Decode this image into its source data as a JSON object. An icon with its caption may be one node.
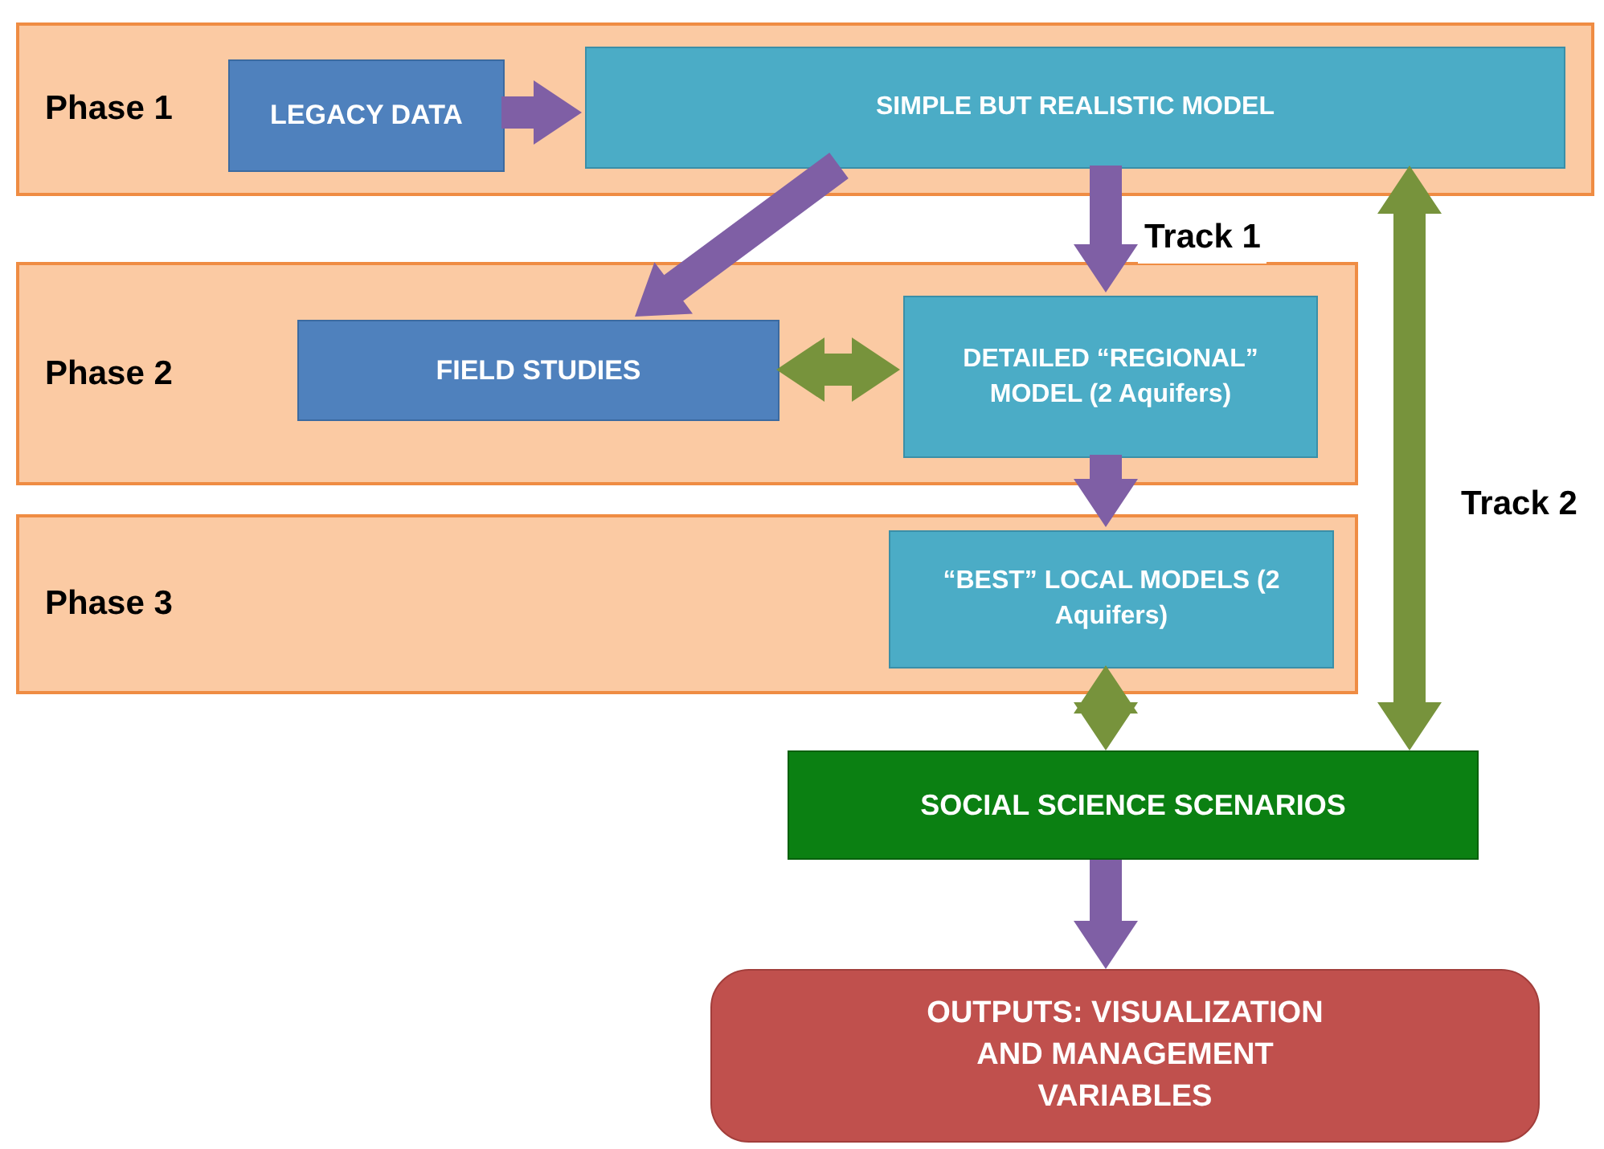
{
  "diagram": {
    "nodes": [
      {
        "text": [
          "Phase 1"
        ]
      },
      {
        "text": [
          "LEGACY DATA"
        ],
        "in": 0
      },
      {
        "text": [
          "SIMPLE BUT REALISTIC MODEL"
        ],
        "in": 0
      },
      {
        "text": [
          "Phase 2"
        ]
      },
      {
        "text": [
          "FIELD STUDIES"
        ],
        "in": 3
      },
      {
        "text": [
          "DETAILED “REGIONAL” MODEL (2 Aquifers)"
        ],
        "in": 3
      },
      {
        "text": [
          "Phase 3"
        ]
      },
      {
        "text": [
          "“BEST” LOCAL MODELS (2 Aquifers)"
        ],
        "in": 6
      },
      {
        "text": [
          "SOCIAL SCIENCE SCENARIOS"
        ]
      },
      {
        "text": [
          "OUTPUTS: VISUALIZATION AND MANAGEMENT VARIABLES"
        ]
      }
    ],
    "edges": [
      {
        "from": 1,
        "to": 2,
        "arrow": "to",
        "style": "thick"
      },
      {
        "from": 2,
        "to": 4,
        "arrow": "to",
        "style": "thick"
      },
      {
        "from": 2,
        "to": 5,
        "arrow": "to",
        "style": "thick",
        "label": "Track 1"
      },
      {
        "from": 4,
        "to": 5,
        "arrow": "both",
        "style": "thick",
        "color": "#77933c"
      },
      {
        "from": 5,
        "to": 7,
        "arrow": "to",
        "style": "thick"
      },
      {
        "from": 7,
        "to": 8,
        "arrow": "both",
        "style": "thick",
        "color": "#77933c"
      },
      {
        "from": 2,
        "to": 8,
        "arrow": "both",
        "style": "thick",
        "color": "#77933c",
        "label": "Track 2"
      },
      {
        "from": 8,
        "to": 9,
        "arrow": "to",
        "style": "thick"
      }
    ]
  }
}
